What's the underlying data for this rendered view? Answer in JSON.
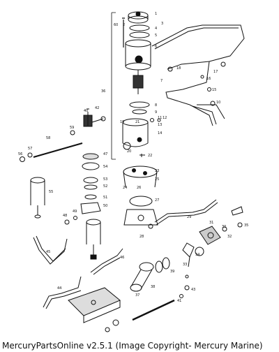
{
  "footer": {
    "caption": "MercuryPartsOnline v2.5.1 (Image Copyright- Mercury Marine)"
  },
  "callouts": {
    "n1": "1",
    "n2": "2",
    "n3": "3",
    "n4": "4",
    "n5": "5",
    "n6": "6",
    "n7": "7",
    "n8": "8",
    "n9": "9",
    "n10": "10",
    "n11": "11",
    "n12": "12",
    "n13": "13",
    "n14": "14",
    "n15": "15",
    "n16": "16",
    "n17": "17",
    "n18": "18",
    "n19": "19",
    "n20": "20",
    "n21": "21",
    "n22": "22",
    "n23": "23",
    "n24": "24",
    "n25": "25",
    "n26": "26",
    "n27": "27",
    "n28": "28",
    "n29": "29",
    "n30": "30",
    "n31": "31",
    "n32": "32",
    "n33": "33",
    "n34": "34",
    "n35": "35",
    "n36": "36",
    "n37": "37",
    "n38": "38",
    "n39": "39",
    "n40": "40",
    "n41": "41",
    "n42": "42",
    "n43": "43",
    "n44": "44",
    "n45": "45",
    "n46": "46",
    "n47": "47",
    "n48": "48",
    "n49": "49",
    "n50": "50",
    "n51": "51",
    "n52": "52",
    "n53": "53",
    "n54": "54",
    "n55": "55",
    "n56": "56",
    "n57": "57",
    "n58": "58",
    "n59": "59",
    "n60": "60"
  }
}
